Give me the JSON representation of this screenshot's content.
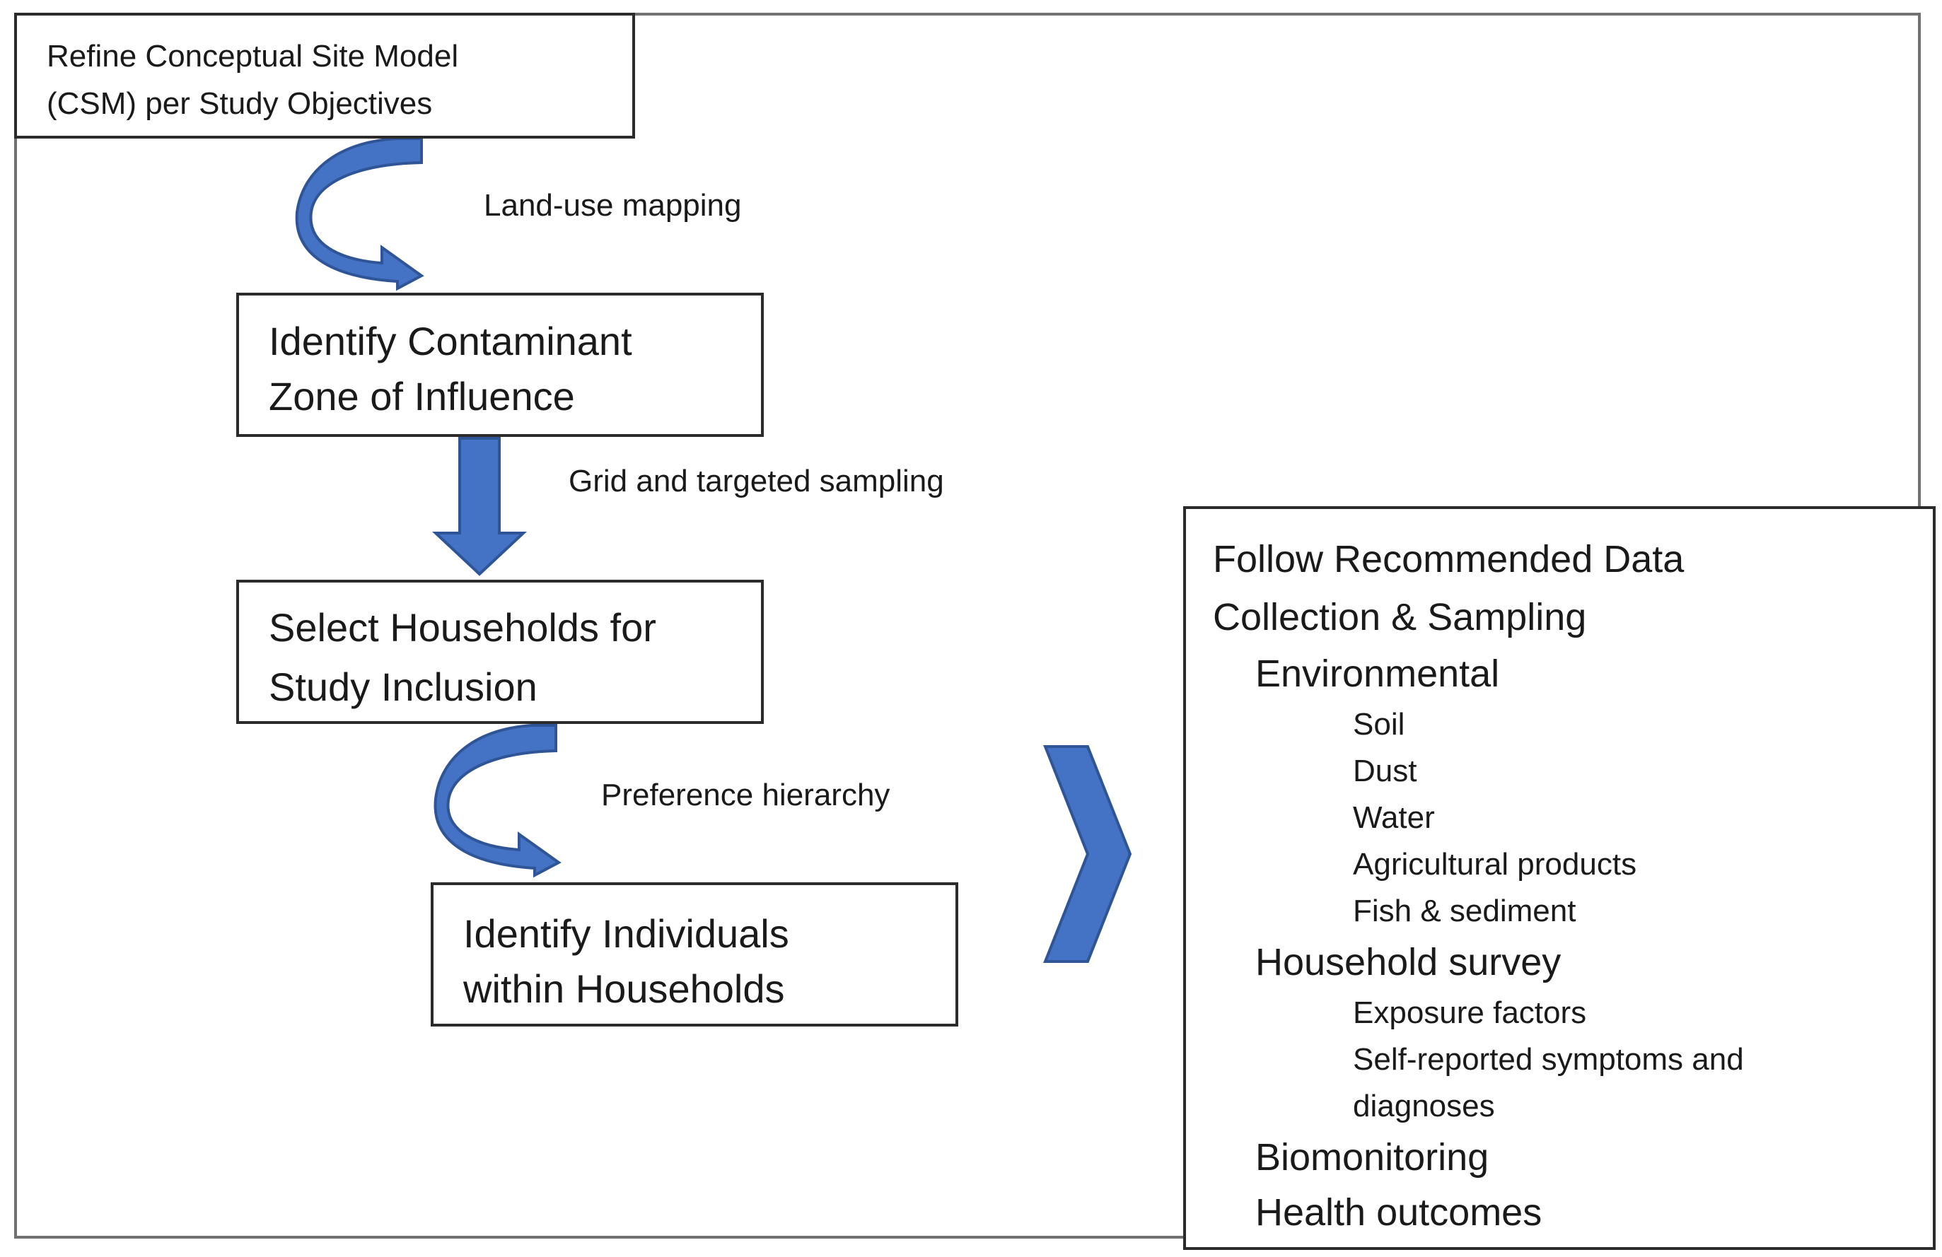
{
  "diagram": {
    "steps": {
      "csm": [
        "Refine Conceptual Site Model",
        "(CSM) per Study Objectives"
      ],
      "zone": [
        "Identify Contaminant",
        "Zone of Influence"
      ],
      "households": [
        "Select Households for",
        "Study Inclusion"
      ],
      "individuals": [
        "Identify Individuals",
        "within Households"
      ]
    },
    "transitions": {
      "land_use": "Land-use mapping",
      "grid": "Grid and targeted sampling",
      "preference": "Preference hierarchy"
    },
    "recommended": {
      "title": [
        "Follow Recommended Data",
        "Collection & Sampling"
      ],
      "environmental": {
        "heading": "Environmental",
        "items": [
          "Soil",
          "Dust",
          "Water",
          "Agricultural products",
          "Fish & sediment"
        ]
      },
      "household_survey": {
        "heading": "Household survey",
        "items": [
          "Exposure factors",
          "Self-reported symptoms and",
          "diagnoses"
        ]
      },
      "biomonitoring": "Biomonitoring",
      "health_outcomes": "Health outcomes"
    },
    "colors": {
      "arrow_fill": "#4472C4",
      "arrow_stroke": "#2F5597",
      "box_border": "#2b2b2b",
      "frame_border": "#707070"
    }
  }
}
